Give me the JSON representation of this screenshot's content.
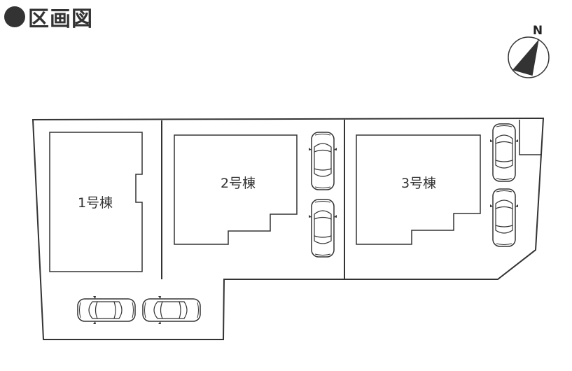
{
  "title": "区画図",
  "compass": {
    "letter": "N",
    "icon": "north-arrow-icon"
  },
  "buildings": [
    {
      "id": "b1",
      "label": "1号棟"
    },
    {
      "id": "b2",
      "label": "2号棟"
    },
    {
      "id": "b3",
      "label": "3号棟"
    }
  ],
  "parking": {
    "icon": "car-icon",
    "count": 6
  }
}
